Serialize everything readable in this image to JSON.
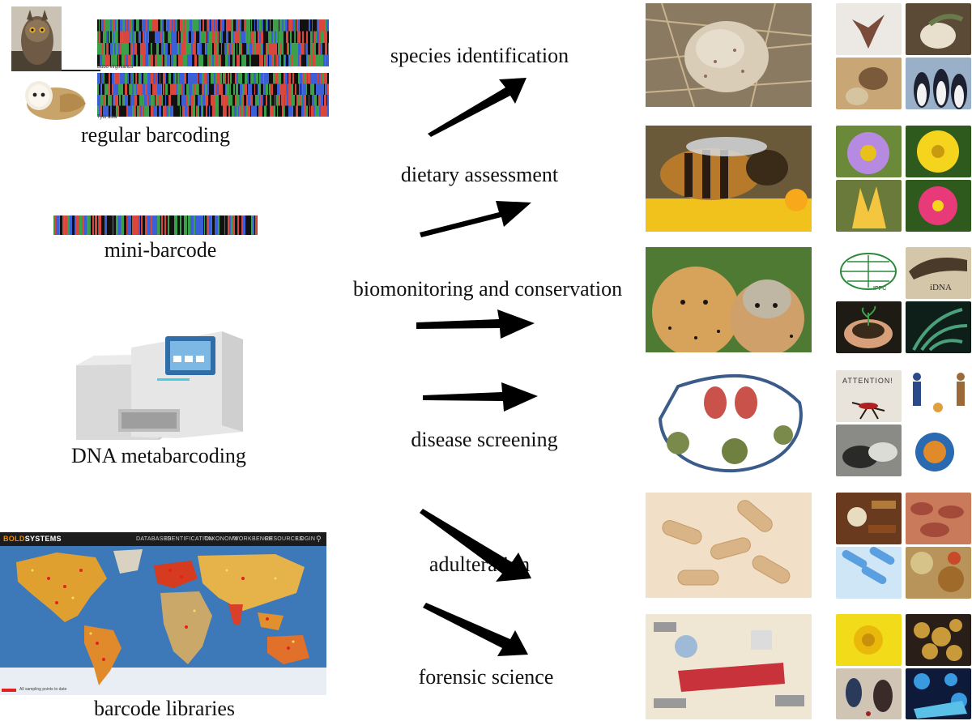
{
  "left_methods": [
    {
      "label": "regular barcoding"
    },
    {
      "label": "mini-barcode"
    },
    {
      "label": "DNA metabarcoding"
    },
    {
      "label": "barcode libraries"
    }
  ],
  "barcode_species": [
    "Bubo virginianus",
    "Tyto alba"
  ],
  "applications": [
    {
      "label": "species identification"
    },
    {
      "label": "dietary assessment"
    },
    {
      "label": "biomonitoring and conservation"
    },
    {
      "label": "disease screening"
    },
    {
      "label": "adulteration"
    },
    {
      "label": "forensic science"
    }
  ],
  "bold_map": {
    "logo_left": "BOLD",
    "logo_right": "SYSTEMS",
    "nav": [
      "DATABASES",
      "IDENTIFICATION",
      "TAXONOMY",
      "WORKBENCH",
      "RESOURCES",
      "LOGIN"
    ],
    "legend_text": "All sampling points to date"
  },
  "photo_texts": {
    "attention": "ATTENTION!",
    "idna": "iDNA",
    "ippc": "IPPC"
  },
  "colors": {
    "base_a": "#3aa14a",
    "base_c": "#3b5fd6",
    "base_g": "#111111",
    "base_t": "#d8463c",
    "arrow": "#000000"
  }
}
